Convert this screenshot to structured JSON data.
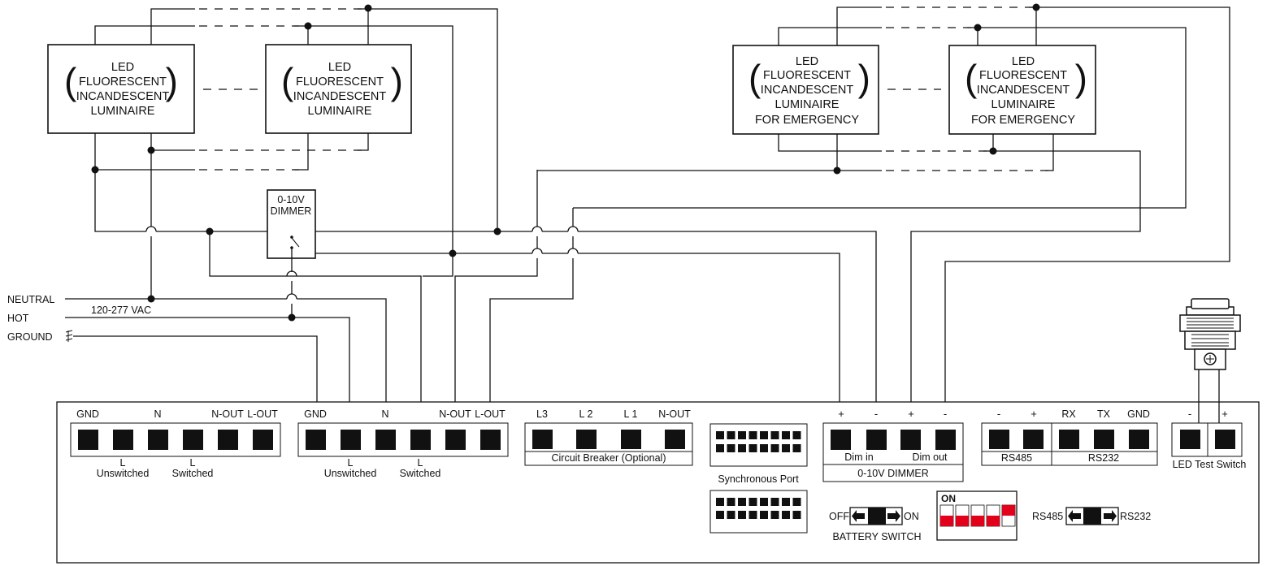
{
  "luminaires": {
    "standard": [
      "LED",
      "FLUORESCENT",
      "INCANDESCENT",
      "LUMINAIRE"
    ],
    "emergency": [
      "LED",
      "FLUORESCENT",
      "INCANDESCENT",
      "LUMINAIRE",
      "FOR EMERGENCY"
    ]
  },
  "dimmer": {
    "line1": "0-10V",
    "line2": "DIMMER"
  },
  "supply": {
    "neutral": "NEUTRAL",
    "hot": "HOT",
    "ground": "GROUND",
    "voltage": "120-277 VAC"
  },
  "block_a": {
    "top": [
      "GND",
      "N",
      "N-OUT",
      "L-OUT"
    ],
    "bottom": [
      "L",
      "Unswitched",
      "L",
      "Switched"
    ]
  },
  "block_b": {
    "top": [
      "GND",
      "N",
      "N-OUT",
      "L-OUT"
    ],
    "bottom": [
      "L",
      "Unswitched",
      "L",
      "Switched"
    ]
  },
  "breaker": {
    "top": [
      "L3",
      "L 2",
      "L 1",
      "N-OUT"
    ],
    "caption": "Circuit Breaker (Optional)"
  },
  "sync": {
    "caption": "Synchronous Port"
  },
  "dimmer_terminals": {
    "signs": [
      "+",
      "-",
      "+",
      "-"
    ],
    "labels": [
      "Dim in",
      "Dim out"
    ],
    "caption": "0-10V DIMMER"
  },
  "serial": {
    "signs": [
      "-",
      "+"
    ],
    "top": [
      "RX",
      "TX",
      "GND"
    ],
    "rs485": "RS485",
    "rs232": "RS232"
  },
  "test_switch": {
    "signs": [
      "-",
      "+"
    ],
    "caption": "LED Test Switch"
  },
  "battery_switch": {
    "off": "OFF",
    "on": "ON",
    "caption": "BATTERY SWITCH"
  },
  "dip": {
    "on": "ON"
  },
  "mode_switch": {
    "left": "RS485",
    "right": "RS232"
  }
}
